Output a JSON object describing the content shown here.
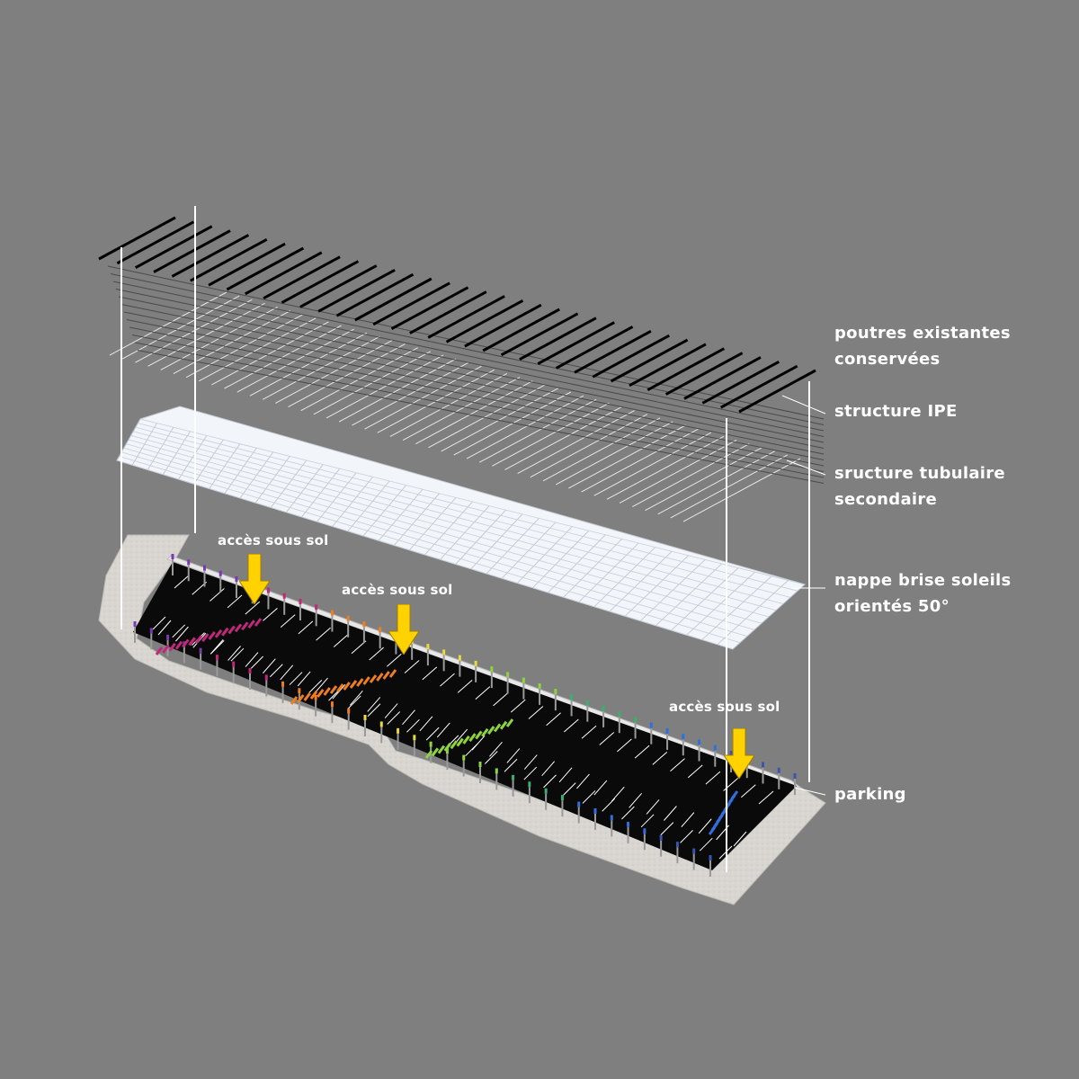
{
  "colors": {
    "background": "#7f7f7f",
    "beam": "#000000",
    "ipe_line": "#4a4a4a",
    "tubular_line": "#e6e6e6",
    "brise_soleil_panel": "#f2f5fa",
    "parking_floor": "#0a0a0a",
    "ground": "#d9d6d2",
    "guide_line": "#ffffff",
    "access_arrow": "#ffd200",
    "stair_1": "#c0287a",
    "stair_2": "#f07d1e",
    "stair_3": "#8fd43a",
    "stair_4": "#2f6fe0"
  },
  "layers": [
    {
      "id": "poutres",
      "lines": [
        "poutres existantes",
        "conservées"
      ]
    },
    {
      "id": "ipe",
      "lines": [
        "structure IPE"
      ]
    },
    {
      "id": "tubulaire",
      "lines": [
        "sructure tubulaire",
        "secondaire"
      ]
    },
    {
      "id": "brise-soleil",
      "lines": [
        "nappe brise soleils",
        "orientés 50°"
      ]
    },
    {
      "id": "parking",
      "lines": [
        "parking"
      ]
    }
  ],
  "access_points": [
    {
      "label": "accès sous sol",
      "icon": "down-arrow-icon"
    },
    {
      "label": "accès sous sol",
      "icon": "down-arrow-icon"
    },
    {
      "label": "accès sous sol",
      "icon": "down-arrow-icon"
    }
  ]
}
